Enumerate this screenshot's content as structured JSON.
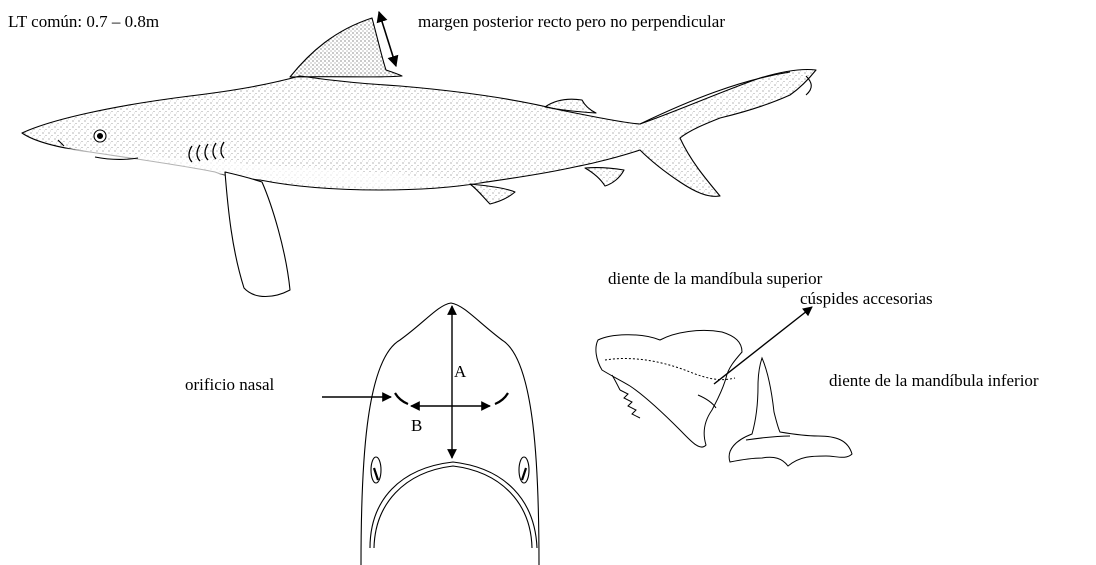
{
  "labels": {
    "size_range": "LT común: 0.7 – 0.8m",
    "dorsal_margin": "margen posterior recto pero no perpendicular",
    "upper_tooth": "diente de la mandíbula superior",
    "accessory_cusps": "cúspides accesorias",
    "lower_tooth": "diente de la mandíbula inferior",
    "nostril": "orificio nasal",
    "measure_a": "A",
    "measure_b": "B"
  },
  "colors": {
    "ink": "#000000",
    "stipple": "#555555",
    "background": "#ffffff"
  }
}
